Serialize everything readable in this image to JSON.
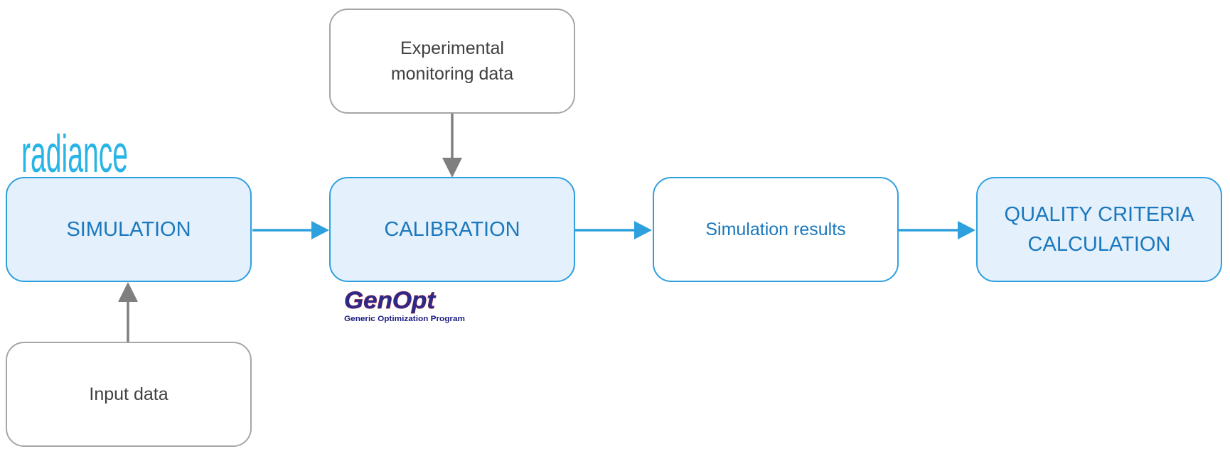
{
  "nodes": {
    "experimental_data": "Experimental\nmonitoring data",
    "simulation": "SIMULATION",
    "calibration": "CALIBRATION",
    "simulation_results": "Simulation results",
    "quality_criteria": "QUALITY CRITERIA\nCALCULATION",
    "input_data": "Input data"
  },
  "logos": {
    "radiance": "radiance",
    "genopt": "GenOpt",
    "genopt_tagline": "Generic Optimization Program"
  },
  "colors": {
    "process_fill": "#e4f0fb",
    "process_border": "#2fa0de",
    "process_text": "#1b78bd",
    "data_border": "#a6a6a6",
    "data_text": "#404040",
    "flow_arrow": "#2fa0de",
    "input_arrow": "#7f7f7f",
    "radiance_logo": "#29b4e6",
    "genopt_logo": "#2a2a8c",
    "genopt_tagline": "#1a1a80"
  }
}
